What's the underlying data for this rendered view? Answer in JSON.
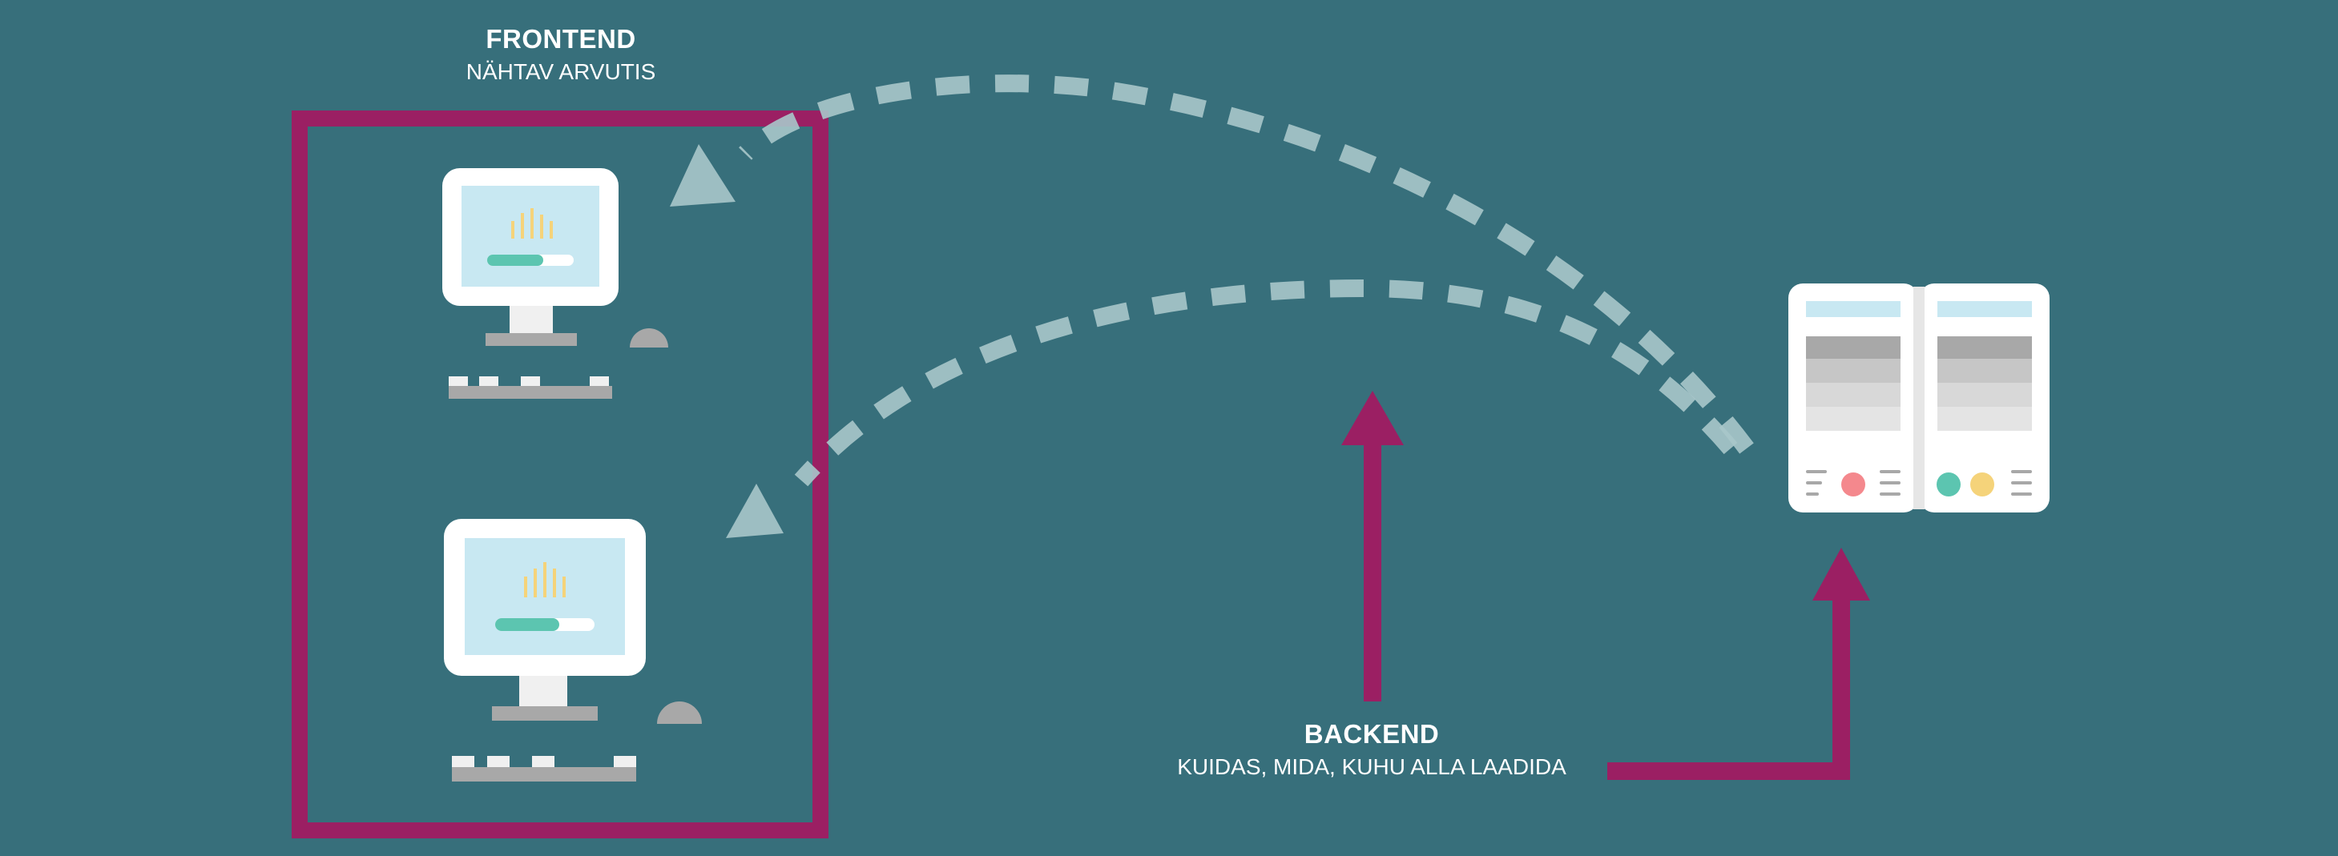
{
  "frontend": {
    "title": "FRONTEND",
    "subtitle": "NÄHTAV ARVUTIS"
  },
  "backend": {
    "title": "BACKEND",
    "subtitle": "KUIDAS, MIDA, KUHU ALLA LAADIDA"
  },
  "colors": {
    "background": "#376f7b",
    "frame": "#9b1f63",
    "arrow": "#9b1f63",
    "dashed_arc": "#a9c6ca",
    "screen": "#c8e8f2",
    "bars": "#f5d37a",
    "progress": "#5cc5b0",
    "status_red": "#f4888d",
    "status_green": "#5cc5b0",
    "status_yellow": "#f5d37a"
  },
  "icons": [
    "computer-icon",
    "computer-icon",
    "server-icon"
  ]
}
